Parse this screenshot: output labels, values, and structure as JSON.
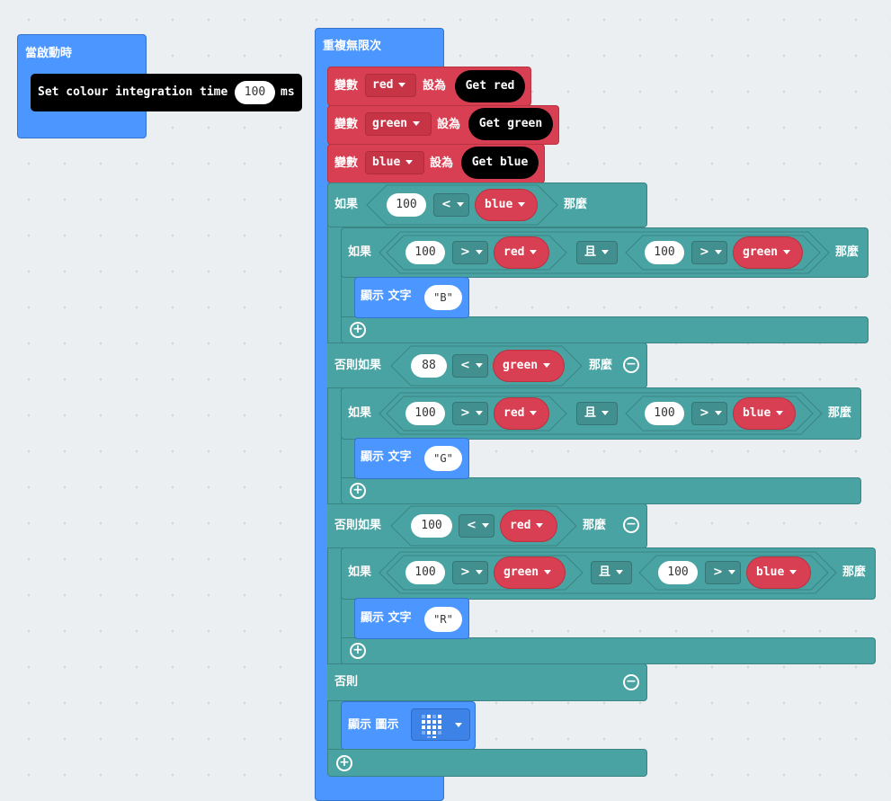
{
  "on_start": {
    "hat_label": "當啟動時",
    "statement_label": "Set colour integration time",
    "value": "100",
    "unit": "ms"
  },
  "forever": {
    "hat_label": "重複無限次"
  },
  "set_vars": [
    {
      "set_label": "變數",
      "var": "red",
      "to_label": "設為",
      "getter": "Get red"
    },
    {
      "set_label": "變數",
      "var": "green",
      "to_label": "設為",
      "getter": "Get green"
    },
    {
      "set_label": "變數",
      "var": "blue",
      "to_label": "設為",
      "getter": "Get blue"
    }
  ],
  "outer_if": {
    "if_label": "如果",
    "then_label": "那麼",
    "else_if_label": "否則如果",
    "else_label": "否則",
    "cond1": {
      "left": "100",
      "op": "<",
      "var": "blue"
    },
    "cond2": {
      "left": "88",
      "op": "<",
      "var": "green"
    },
    "cond3": {
      "left": "100",
      "op": "<",
      "var": "red"
    }
  },
  "inner_ifs": [
    {
      "if_label": "如果",
      "then_label": "那麼",
      "and_label": "且",
      "a": {
        "left": "100",
        "op": ">",
        "var": "red"
      },
      "b": {
        "left": "100",
        "op": ">",
        "var": "green"
      },
      "show_label": "顯示 文字",
      "text": "\"B\""
    },
    {
      "if_label": "如果",
      "then_label": "那麼",
      "and_label": "且",
      "a": {
        "left": "100",
        "op": ">",
        "var": "red"
      },
      "b": {
        "left": "100",
        "op": ">",
        "var": "blue"
      },
      "show_label": "顯示 文字",
      "text": "\"G\""
    },
    {
      "if_label": "如果",
      "then_label": "那麼",
      "and_label": "且",
      "a": {
        "left": "100",
        "op": ">",
        "var": "green"
      },
      "b": {
        "left": "100",
        "op": ">",
        "var": "blue"
      },
      "show_label": "顯示 文字",
      "text": "\"R\""
    }
  ],
  "else_show": {
    "label": "顯示 圖示",
    "icon": "heart-icon"
  },
  "colors": {
    "background": "#eceff1",
    "events": "#4c97ff",
    "logic": "#4aa3a3",
    "variables": "#d93f52",
    "sensor": "#000000"
  }
}
